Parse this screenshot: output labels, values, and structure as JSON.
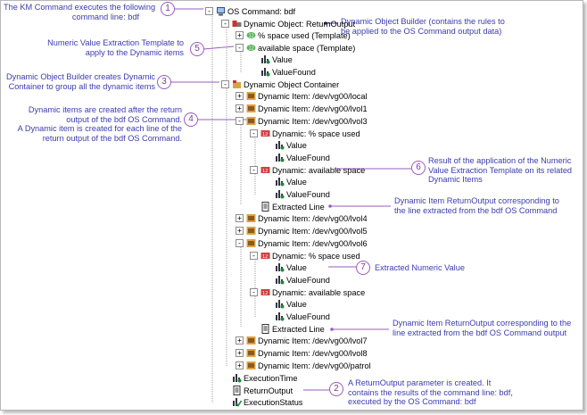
{
  "tree": [
    {
      "label": "OS Command: bdf",
      "icon": "os-command-icon",
      "exp": "-"
    },
    {
      "label": "Dynamic Object: ReturnOutput",
      "icon": "dynamic-object-icon",
      "exp": "-"
    },
    {
      "label": "% space used (Template)",
      "icon": "template-icon",
      "exp": "+"
    },
    {
      "label": "available space (Template)",
      "icon": "template-icon",
      "exp": "-"
    },
    {
      "label": "Value",
      "icon": "parameter-icon",
      "exp": ""
    },
    {
      "label": "ValueFound",
      "icon": "parameter-icon",
      "exp": ""
    },
    {
      "label": "Dynamic Object Container",
      "icon": "container-icon",
      "exp": "-"
    },
    {
      "label": "Dynamic Item: /dev/vg00/local",
      "icon": "dynamic-item-icon",
      "exp": "+"
    },
    {
      "label": "Dynamic Item: /dev/vg00/lvol1",
      "icon": "dynamic-item-icon",
      "exp": "+"
    },
    {
      "label": "Dynamic Item: /dev/vg00/lvol3",
      "icon": "dynamic-item-icon",
      "exp": "-"
    },
    {
      "label": "Dynamic: % space used",
      "icon": "dynamic-template-icon",
      "exp": "-"
    },
    {
      "label": "Value",
      "icon": "parameter-icon",
      "exp": ""
    },
    {
      "label": "ValueFound",
      "icon": "parameter-icon",
      "exp": ""
    },
    {
      "label": "Dynamic: available space",
      "icon": "dynamic-template-icon",
      "exp": "-"
    },
    {
      "label": "Value",
      "icon": "parameter-icon",
      "exp": ""
    },
    {
      "label": "ValueFound",
      "icon": "parameter-icon",
      "exp": ""
    },
    {
      "label": "Extracted Line",
      "icon": "document-icon",
      "exp": ""
    },
    {
      "label": "Dynamic Item: /dev/vg00/lvol4",
      "icon": "dynamic-item-icon",
      "exp": "+"
    },
    {
      "label": "Dynamic Item: /dev/vg00/lvol5",
      "icon": "dynamic-item-icon",
      "exp": "+"
    },
    {
      "label": "Dynamic Item: /dev/vg00/lvol6",
      "icon": "dynamic-item-icon",
      "exp": "-"
    },
    {
      "label": "Dynamic: % space used",
      "icon": "dynamic-template-icon",
      "exp": "-"
    },
    {
      "label": "Value",
      "icon": "parameter-icon",
      "exp": ""
    },
    {
      "label": "ValueFound",
      "icon": "parameter-icon",
      "exp": ""
    },
    {
      "label": "Dynamic: available space",
      "icon": "dynamic-template-icon",
      "exp": "-"
    },
    {
      "label": "Value",
      "icon": "parameter-icon",
      "exp": ""
    },
    {
      "label": "ValueFound",
      "icon": "parameter-icon",
      "exp": ""
    },
    {
      "label": "Extracted Line",
      "icon": "document-icon",
      "exp": ""
    },
    {
      "label": "Dynamic Item: /dev/vg00/lvol7",
      "icon": "dynamic-item-icon",
      "exp": "+"
    },
    {
      "label": "Dynamic Item: /dev/vg00/lvol8",
      "icon": "dynamic-item-icon",
      "exp": "+"
    },
    {
      "label": "Dynamic Item: /dev/vg00/patrol",
      "icon": "dynamic-item-icon",
      "exp": "+"
    },
    {
      "label": "ExecutionTime",
      "icon": "parameter-icon",
      "exp": ""
    },
    {
      "label": "ReturnOutput",
      "icon": "document-icon",
      "exp": ""
    },
    {
      "label": "ExecutionStatus",
      "icon": "status-icon",
      "exp": ""
    }
  ],
  "annotations": {
    "a1": {
      "num": "1",
      "text": "The KM Command executes the following\ncommand line: bdf"
    },
    "a2": {
      "num": "2",
      "text": "A ReturnOutput parameter is created. It\ncontains the results of the command line: bdf,\nexecuted by the OS Command: bdf"
    },
    "a3": {
      "num": "3",
      "text": "Dynamic Object Builder creates Dynamic\nContainer to group all the dynamic items"
    },
    "a4": {
      "num": "4",
      "text": "Dynamic items are created after the return\noutput of the bdf OS Command.\nA Dynamic item is created for each line of the\nreturn output of the bdf OS Command."
    },
    "a5": {
      "num": "5",
      "text": "Numeric Value Extraction Template to\napply to the Dynamic items"
    },
    "a6": {
      "num": "6",
      "text": "Result of the application of the Numeric\nValue Extraction Template on its related\nDynamic Items"
    },
    "a7": {
      "num": "7",
      "text": "Extracted Numeric Value"
    },
    "builder": {
      "text": "Dynamic Object Builder (contains the rules to\nbe applied to the OS Command output data)"
    },
    "extract1": {
      "text": "Dynamic Item ReturnOutput corresponding to\nthe line extracted from the bdf OS Command"
    },
    "extract2": {
      "text": "Dynamic Item ReturnOutput corresponding to the\nline extracted from the bdf OS Command output"
    }
  },
  "colors": {
    "annotation_text": "#3b3bb0",
    "callout_line": "#9a5bbf",
    "tree_text": "#000000"
  }
}
